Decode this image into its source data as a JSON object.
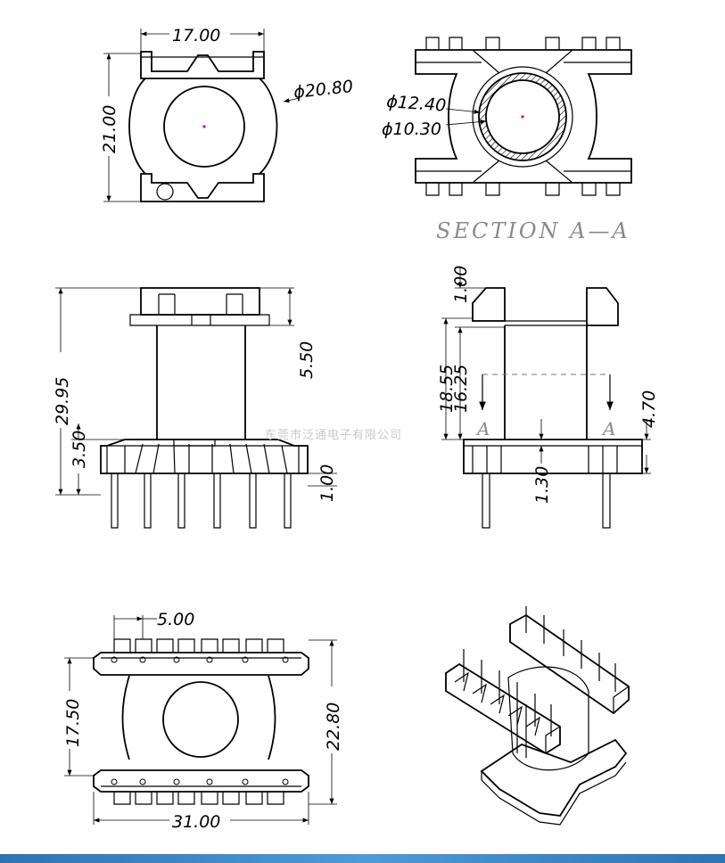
{
  "colors": {
    "line": "#000000",
    "section_text": "#8a8a8a",
    "watermark": "#c9c9c9",
    "center_mark": "#c000c0",
    "bottom_bar": "#2d74b3"
  },
  "top_view": {
    "width": "17.00",
    "height": "21.00",
    "diameter": "ϕ20.80"
  },
  "section_view": {
    "outer_dia": "ϕ12.40",
    "inner_dia": "ϕ10.30",
    "caption": "SECTION  A—A"
  },
  "front_view": {
    "total_height": "29.95",
    "flange_height": "5.50",
    "base_height": "3.50",
    "pin_offset": "1.00"
  },
  "side_view": {
    "top_offset": "1.00",
    "outer_height": "18.55",
    "inner_height": "16.25",
    "base_height": "4.70",
    "bottom_thickness": "1.30",
    "section_mark_left": "A",
    "section_mark_right": "A"
  },
  "bottom_view": {
    "pin_pitch": "5.00",
    "inner_depth": "17.50",
    "outer_depth": "22.80",
    "length": "31.00"
  },
  "watermark": "东莞市泛通电子有限公司"
}
